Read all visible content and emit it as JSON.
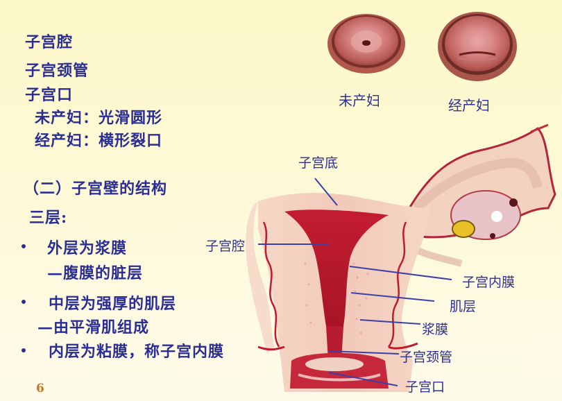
{
  "slide": {
    "page_number": "6",
    "left_text": {
      "line1": "子宫腔",
      "line2": "子宫颈管",
      "line3": "子宫口",
      "line4": "未产妇：光滑圆形",
      "line5": "经产妇：横形裂口",
      "section_title": "（二）子宫壁的结构",
      "three_layers": "三层:",
      "bullets": [
        {
          "main": "外层为浆膜",
          "sub": "—腹膜的脏层"
        },
        {
          "main": "中层为强厚的肌层",
          "sub": "—由平滑肌组成"
        },
        {
          "main": "内层为粘膜，称子宫内膜"
        }
      ]
    },
    "cervix_images": [
      {
        "caption": "未产妇"
      },
      {
        "caption": "经产妇"
      }
    ],
    "diagram_labels": {
      "fundus": "子宫底",
      "cavity": "子宫腔",
      "endometrium": "子宫内膜",
      "myometrium": "肌层",
      "serosa": "浆膜",
      "cervical_canal": "子宫颈管",
      "os": "子宫口"
    },
    "colors": {
      "text": "#2b2d97",
      "page_number": "#c9741e",
      "tissue": "#f1c6b8",
      "tissue_red": "#c21f35"
    }
  }
}
